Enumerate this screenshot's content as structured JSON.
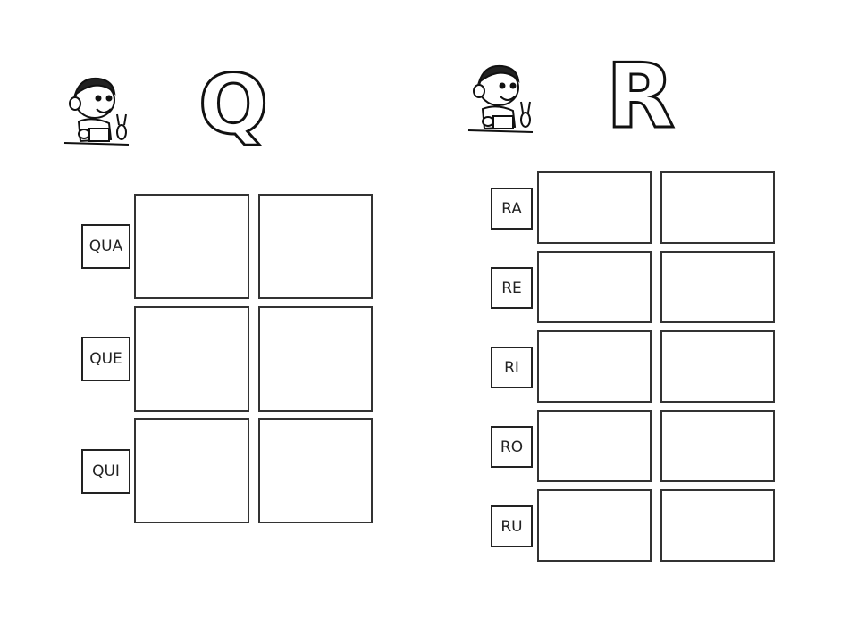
{
  "left_section": {
    "letter": "Q",
    "syllables": [
      "QUA",
      "QUE",
      "QUI"
    ]
  },
  "right_section": {
    "letter": "R",
    "syllables": [
      "RA",
      "RE",
      "RI",
      "RO",
      "RU"
    ]
  },
  "colors": {
    "outline": "#222222",
    "background": "#ffffff"
  },
  "icons": {
    "mascot": "cartoon-child-mascot-icon"
  }
}
